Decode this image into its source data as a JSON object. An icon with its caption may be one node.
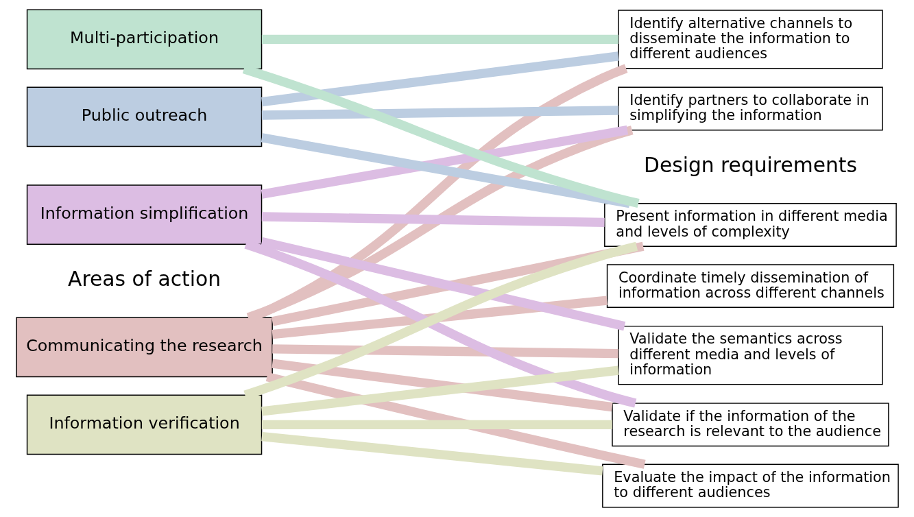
{
  "diagram": {
    "nodes": [
      {
        "text": [
          "Communicating the research"
        ]
      },
      {
        "text": [
          "Information simplification"
        ]
      },
      {
        "text": [
          "Public outreach"
        ]
      },
      {
        "text": [
          "Information verification"
        ]
      },
      {
        "text": [
          "Multi-participation"
        ]
      },
      {
        "text": [
          "Present information in different media and levels of complexity"
        ]
      },
      {
        "text": [
          "Identify alternative channels to disseminate the information to different audiences"
        ]
      },
      {
        "text": [
          "Validate the semantics across different media and levels of information"
        ]
      },
      {
        "text": [
          "Evaluate the impact of the information to different audiences"
        ]
      },
      {
        "text": [
          "Identify partners to collaborate in simplifying the information"
        ]
      },
      {
        "text": [
          "Validate if the information of the research is relevant to the audience"
        ]
      },
      {
        "text": [
          "Coordinate timely dissemination of information across different channels"
        ]
      }
    ],
    "edges": [
      {
        "from": 0,
        "to": 5,
        "arrow": "none"
      },
      {
        "from": 0,
        "to": 6,
        "arrow": "none"
      },
      {
        "from": 0,
        "to": 7,
        "arrow": "none"
      },
      {
        "from": 0,
        "to": 8,
        "arrow": "none"
      },
      {
        "from": 0,
        "to": 9,
        "arrow": "none"
      },
      {
        "from": 0,
        "to": 10,
        "arrow": "none"
      },
      {
        "from": 0,
        "to": 11,
        "arrow": "none"
      },
      {
        "from": 1,
        "to": 5,
        "arrow": "none",
        "color": "#dcbde3"
      },
      {
        "from": 1,
        "to": 7,
        "arrow": "none",
        "color": "#dcbde3"
      },
      {
        "from": 1,
        "to": 9,
        "arrow": "none",
        "color": "#dcbde3"
      },
      {
        "from": 1,
        "to": 10,
        "arrow": "none",
        "color": "#dcbde3"
      },
      {
        "from": 2,
        "to": 5,
        "arrow": "none",
        "color": "#bccde1"
      },
      {
        "from": 2,
        "to": 6,
        "arrow": "none",
        "color": "#bccde1"
      },
      {
        "from": 2,
        "to": 9,
        "arrow": "none",
        "color": "#bccde1"
      },
      {
        "from": 3,
        "to": 5,
        "arrow": "none",
        "color": "#dfe3c3"
      },
      {
        "from": 3,
        "to": 7,
        "arrow": "none",
        "color": "#dfe3c3"
      },
      {
        "from": 3,
        "to": 8,
        "arrow": "none",
        "color": "#dfe3c3"
      },
      {
        "from": 3,
        "to": 10,
        "arrow": "none",
        "color": "#dfe3c3"
      },
      {
        "from": 4,
        "to": 5,
        "arrow": "none",
        "color": "#bfe3d0"
      },
      {
        "from": 4,
        "to": 6,
        "arrow": "none",
        "color": "#bfe3d0"
      }
    ],
    "labels": [
      "Areas of action",
      "Design requirements"
    ]
  }
}
